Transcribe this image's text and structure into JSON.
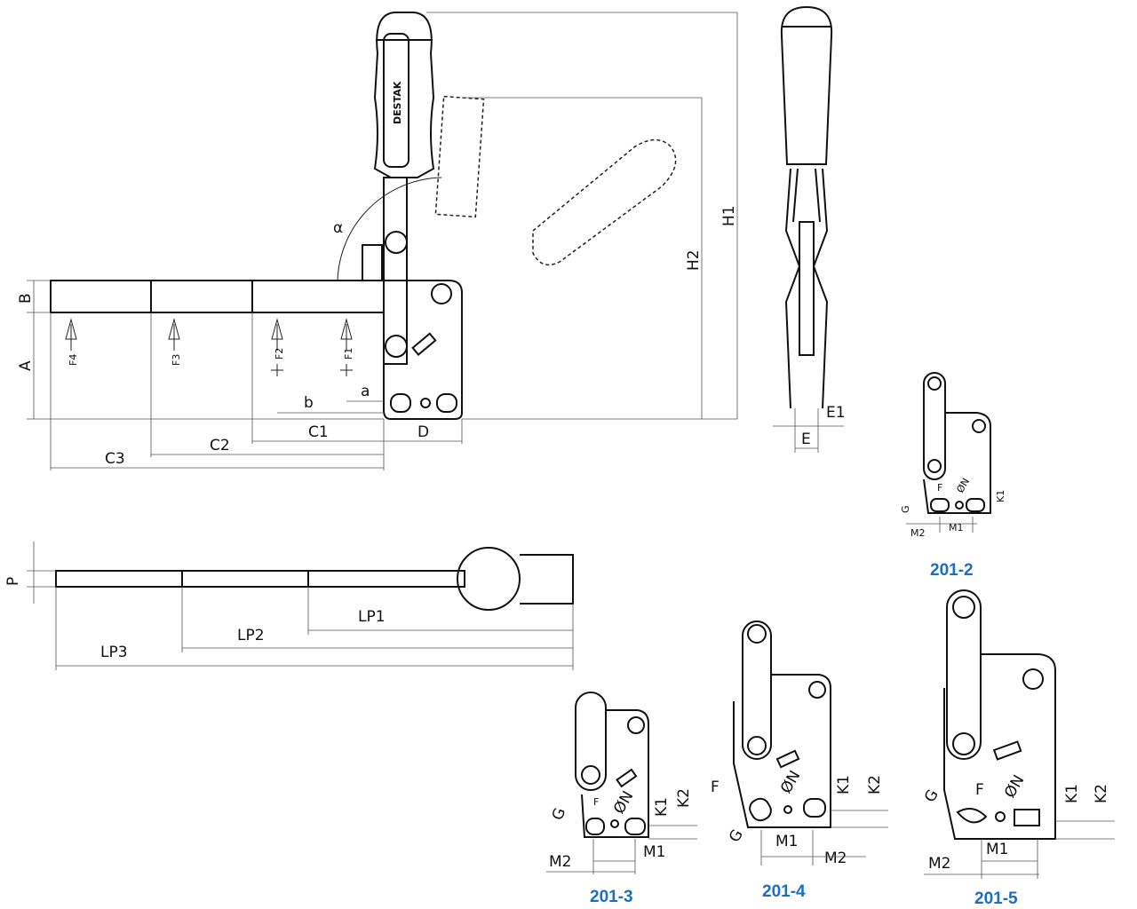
{
  "logo_text": "DESTAK",
  "accent_color": "#1a6fc0",
  "main_view": {
    "dims": {
      "A": "A",
      "B": "B",
      "a": "a",
      "b": "b",
      "C1": "C1",
      "C2": "C2",
      "C3": "C3",
      "D": "D",
      "H1": "H1",
      "H2": "H2",
      "alpha": "α"
    },
    "forces": {
      "F1": "F1",
      "F2": "F2",
      "F3": "F3",
      "F4": "F4"
    }
  },
  "side_view": {
    "E": "E",
    "E1": "E1"
  },
  "top_view": {
    "P": "P",
    "LP1": "LP1",
    "LP2": "LP2",
    "LP3": "LP3"
  },
  "variants": [
    {
      "caption": "201-2",
      "labels": {
        "F": "F",
        "N": "ØN",
        "G": "G",
        "K1": "K1",
        "M1": "M1",
        "M2": "M2"
      }
    },
    {
      "caption": "201-3",
      "labels": {
        "F": "F",
        "N": "ØN",
        "G": "G",
        "K1": "K1",
        "K2": "K2",
        "M1": "M1",
        "M2": "M2"
      }
    },
    {
      "caption": "201-4",
      "labels": {
        "F": "F",
        "N": "ØN",
        "G": "G",
        "K1": "K1",
        "K2": "K2",
        "M1": "M1",
        "M2": "M2"
      }
    },
    {
      "caption": "201-5",
      "labels": {
        "F": "F",
        "N": "ØN",
        "G": "G",
        "K1": "K1",
        "K2": "K2",
        "M1": "M1",
        "M2": "M2"
      }
    }
  ]
}
